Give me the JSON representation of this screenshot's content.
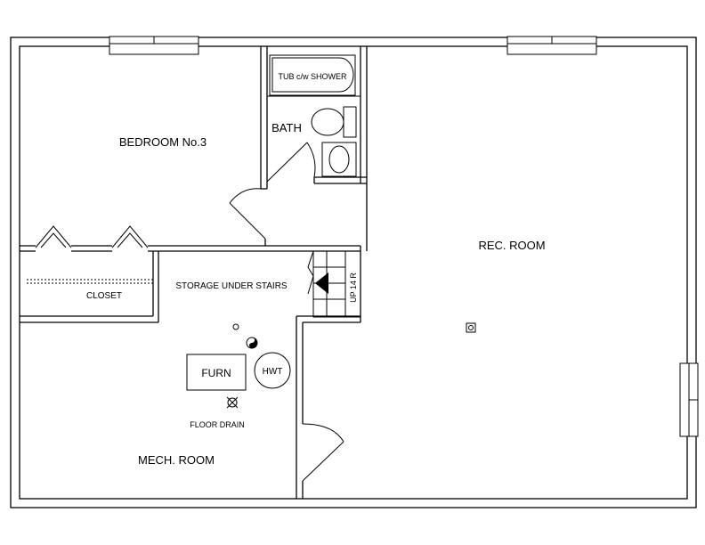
{
  "rooms": {
    "bedroom": "BEDROOM No.3",
    "bath": "BATH",
    "tub": "TUB c/w SHOWER",
    "rec_room": "REC. ROOM",
    "closet": "CLOSET",
    "storage": "STORAGE UNDER STAIRS",
    "mech_room": "MECH. ROOM",
    "furnace": "FURN",
    "hwt": "HWT",
    "floor_drain": "FLOOR DRAIN",
    "stairs": "UP 14 R"
  }
}
